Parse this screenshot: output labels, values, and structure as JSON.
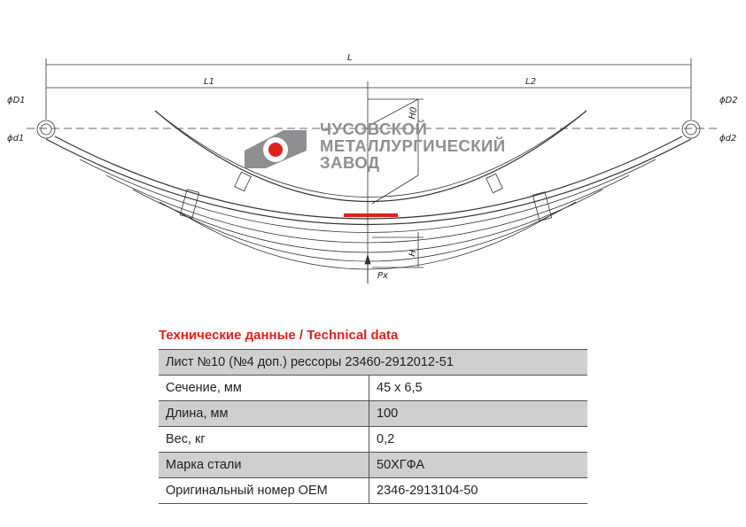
{
  "drawing": {
    "labels": {
      "L": "L",
      "L1": "L1",
      "L2": "L2",
      "D1": "ϕD1",
      "d1": "ϕd1",
      "D2": "ϕD2",
      "d2": "ϕd2",
      "H0": "H0",
      "H": "H",
      "Px": "Px"
    }
  },
  "logo": {
    "line1": "ЧУСОВСКОЙ",
    "line2": "МЕТАЛЛУРГИЧЕСКИЙ",
    "line3": "ЗАВОД",
    "accent": "#e0201b"
  },
  "table": {
    "title": "Технические данные / Technical data",
    "header": "Лист №10 (№4 доп.) рессоры 23460-2912012-51",
    "rows": [
      {
        "label": "Сечение, мм",
        "value": "45 х 6,5"
      },
      {
        "label": "Длина, мм",
        "value": "100"
      },
      {
        "label": "Вес, кг",
        "value": "0,2"
      },
      {
        "label": "Марка стали",
        "value": "50ХГФА"
      },
      {
        "label": "Оригинальный номер OEM",
        "value": "2346-2913104-50"
      }
    ]
  }
}
